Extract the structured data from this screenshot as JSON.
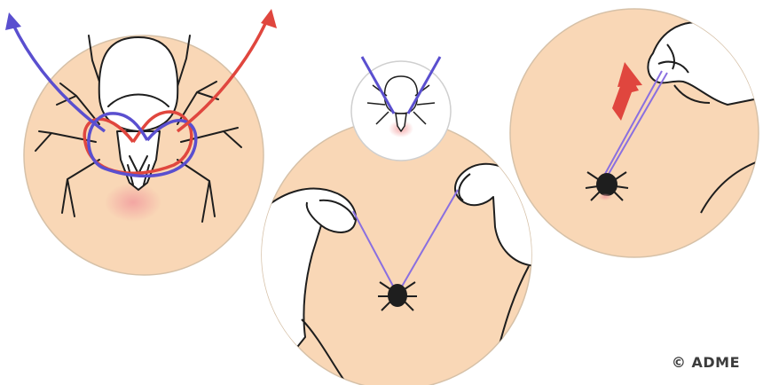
{
  "credit": {
    "text": "© ADME"
  },
  "colors": {
    "skin": "#f9d7b6",
    "blue_thread": "#5a4fcf",
    "red_thread": "#e0463e",
    "outline": "#1e1e1e",
    "circle_border": "#d0d0d0",
    "bite_glow": "#f2a0a0"
  },
  "panels": [
    {
      "id": "closeup-thread-loop",
      "description_icon": "tick-closeup-icon"
    },
    {
      "id": "hands-pulling-thread",
      "description_icon": "hands-thread-icon"
    },
    {
      "id": "hand-lifting-tick",
      "description_icon": "hand-lift-icon"
    }
  ]
}
